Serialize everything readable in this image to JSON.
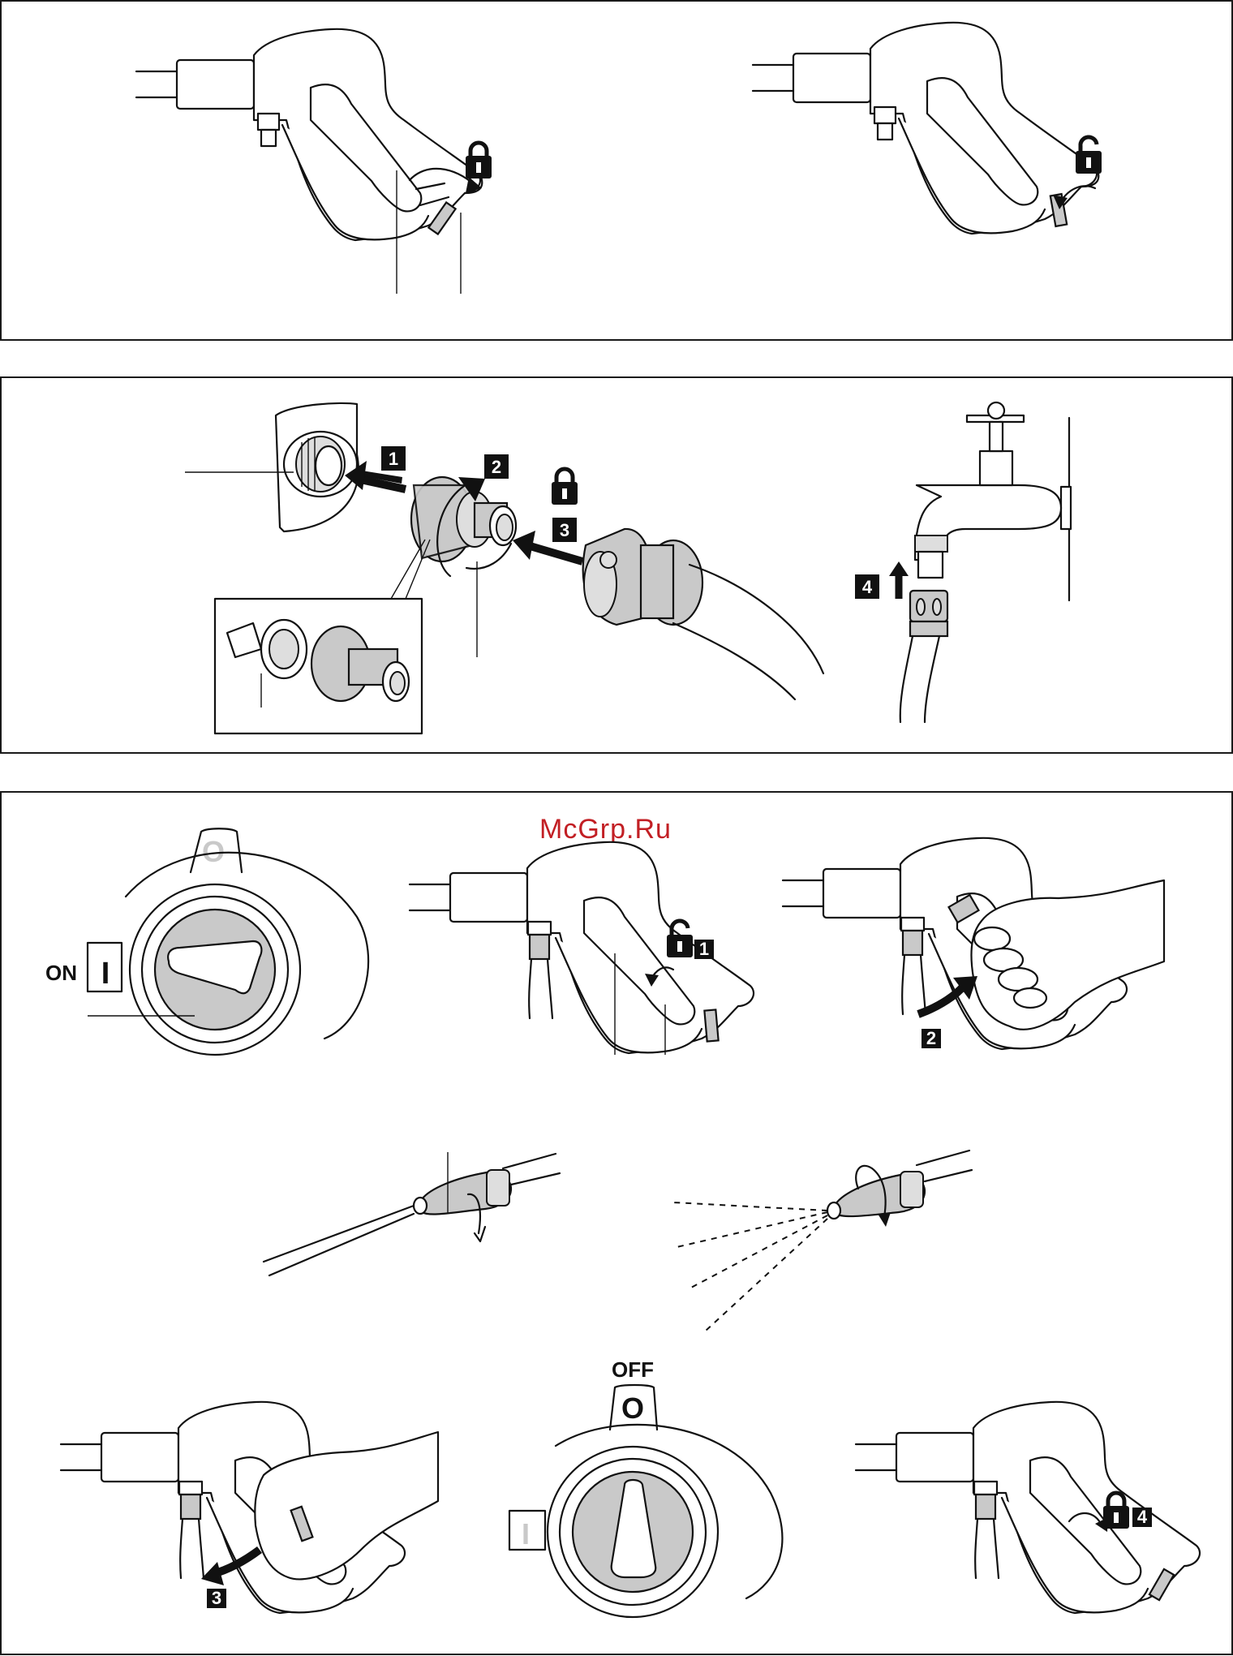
{
  "watermark": "McGrp.Ru",
  "colors": {
    "ink": "#111111",
    "grey": "#c9c9c9",
    "light_grey": "#dedede",
    "watermark": "#c21f24"
  },
  "icons": [
    "lock-icon",
    "unlock-icon",
    "arrow-icon"
  ],
  "panels": [
    {
      "id": "trigger-lock",
      "steps": []
    },
    {
      "id": "hose-connection",
      "steps": [
        "1",
        "2",
        "3",
        "4"
      ]
    },
    {
      "id": "operation",
      "steps": [
        "1",
        "2",
        "3",
        "4"
      ]
    }
  ],
  "switch": {
    "on_label": "ON",
    "on_symbol": "I",
    "off_label": "OFF",
    "off_symbol": "O",
    "off_symbol_ghost": "O",
    "on_symbol_ghost": "I"
  }
}
